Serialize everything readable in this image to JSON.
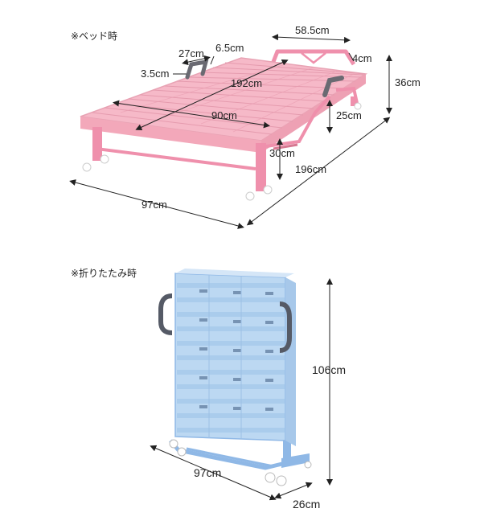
{
  "bed_section": {
    "label": "※ベッド時",
    "dims": {
      "width_back": "58.5cm",
      "headrest_gap": "6.5cm",
      "handle_width": "27cm",
      "handle_depth": "3.5cm",
      "length_diag": "192cm",
      "inner_width": "90cm",
      "frame_height": "4cm",
      "total_height": "36cm",
      "leg_height": "25cm",
      "deck_height": "30cm",
      "length_base": "196cm",
      "width_base": "97cm"
    },
    "colors": {
      "slat": "#f6b9c8",
      "frame": "#ef90ac",
      "slat_edge": "#e8a3b4",
      "caster": "#ffffff"
    }
  },
  "folded_section": {
    "label": "※折りたたみ時",
    "dims": {
      "height": "106cm",
      "width": "97cm",
      "depth": "26cm"
    },
    "colors": {
      "slat": "#bcd8f2",
      "frame": "#8fb8e6",
      "handle": "#555a66"
    }
  }
}
